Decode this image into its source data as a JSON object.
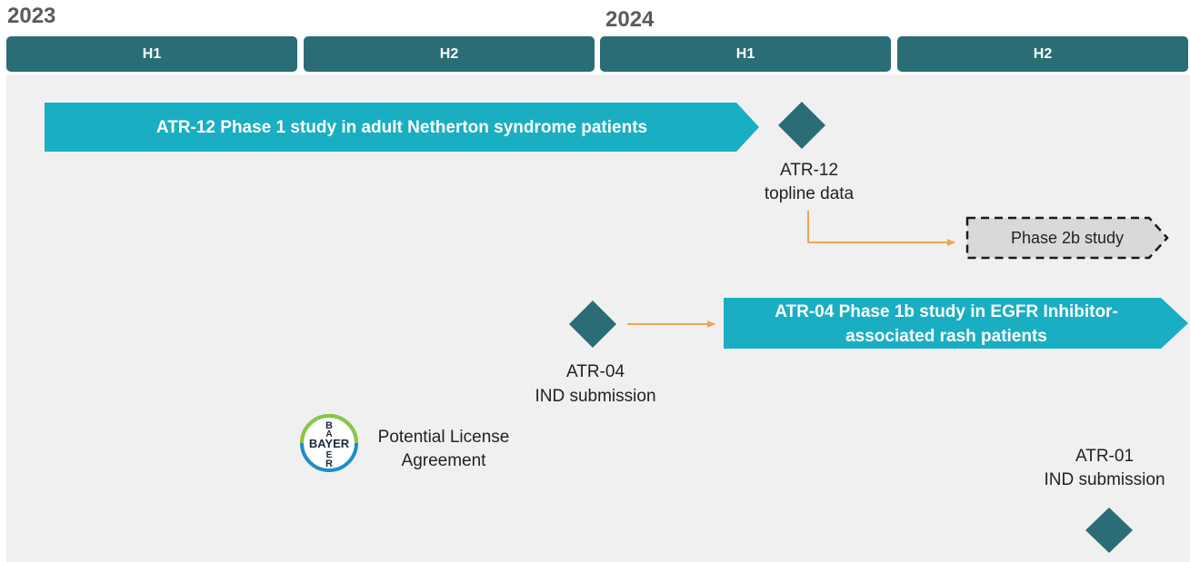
{
  "timeline": {
    "years": [
      "2023",
      "2024"
    ],
    "halves": [
      "H1",
      "H2",
      "H1",
      "H2"
    ]
  },
  "bars": {
    "atr12_phase1": "ATR-12 Phase 1 study in adult Netherton syndrome patients",
    "atr04_phase1b_line1": "ATR-04 Phase 1b study in EGFR Inhibitor-",
    "atr04_phase1b_line2": "associated rash patients",
    "phase2b": "Phase 2b study"
  },
  "milestones": {
    "atr12_topline_line1": "ATR-12",
    "atr12_topline_line2": "topline data",
    "atr04_ind_line1": "ATR-04",
    "atr04_ind_line2": "IND submission",
    "atr01_ind_line1": "ATR-01",
    "atr01_ind_line2": "IND submission",
    "license_line1": "Potential License",
    "license_line2": "Agreement"
  },
  "logo": {
    "text": "BAYER"
  },
  "colors": {
    "header_teal": "#2a6d76",
    "bar_cyan": "#1aaec3",
    "diamond_teal": "#2a6d76",
    "arrow_orange": "#f0a550",
    "phase2b_fill": "#d9d9d9",
    "panel_bg": "#f0f0f0"
  }
}
